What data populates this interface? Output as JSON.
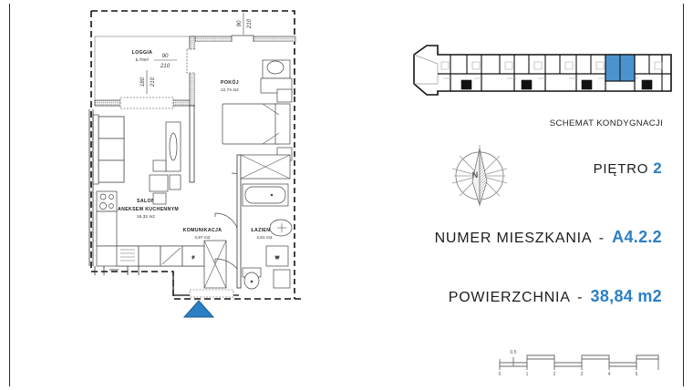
{
  "document": {
    "type": "apartment-floor-plan",
    "language": "pl"
  },
  "floorplan": {
    "rooms": [
      {
        "id": "loggia",
        "name": "LOGGIA",
        "area": "5,70m²"
      },
      {
        "id": "pokoj",
        "name": "POKÓJ",
        "area": "12,74 m2"
      },
      {
        "id": "salon",
        "name": "SALON",
        "name2": "Z ANEKSEM KUCHENNYM",
        "area": "16,32 m2"
      },
      {
        "id": "komunikacja",
        "name": "KOMUNIKACJA",
        "area": "4,97 m2"
      },
      {
        "id": "lazienka",
        "name": "ŁAZIENKA",
        "area": "4,81 m2"
      }
    ],
    "door_dimensions": [
      {
        "id": "loggia-balcony-door",
        "width": "180",
        "height": "210"
      },
      {
        "id": "loggia-window-door",
        "width": "90",
        "height": "210"
      },
      {
        "id": "pokoj-window",
        "width": "90",
        "height": "210"
      }
    ],
    "fixtures": [
      {
        "id": "fridge",
        "label": "F"
      },
      {
        "id": "washing-machine",
        "label": "W"
      }
    ],
    "entrance_marker": {
      "name": "entrance-arrow",
      "color": "#2b7fc4"
    }
  },
  "info_panel": {
    "schematic_caption": "SCHEMAT KONDYGNACJI",
    "highlight_color": "#4a93cc",
    "accent_color": "#2b7fc4",
    "specs": [
      {
        "id": "floor",
        "label": "PIĘTRO",
        "separator": "",
        "value": "2"
      },
      {
        "id": "number",
        "label": "NUMER MIESZKANIA",
        "separator": "-",
        "value": "A4.2.2"
      },
      {
        "id": "area",
        "label": "POWIERZCHNIA",
        "separator": "-",
        "value": "38,84 m2"
      }
    ],
    "compass": {
      "north_label": "N"
    },
    "scalebar": {
      "ticks": [
        "0",
        "0.5",
        "1",
        "2",
        "3",
        "4",
        "5"
      ]
    }
  }
}
